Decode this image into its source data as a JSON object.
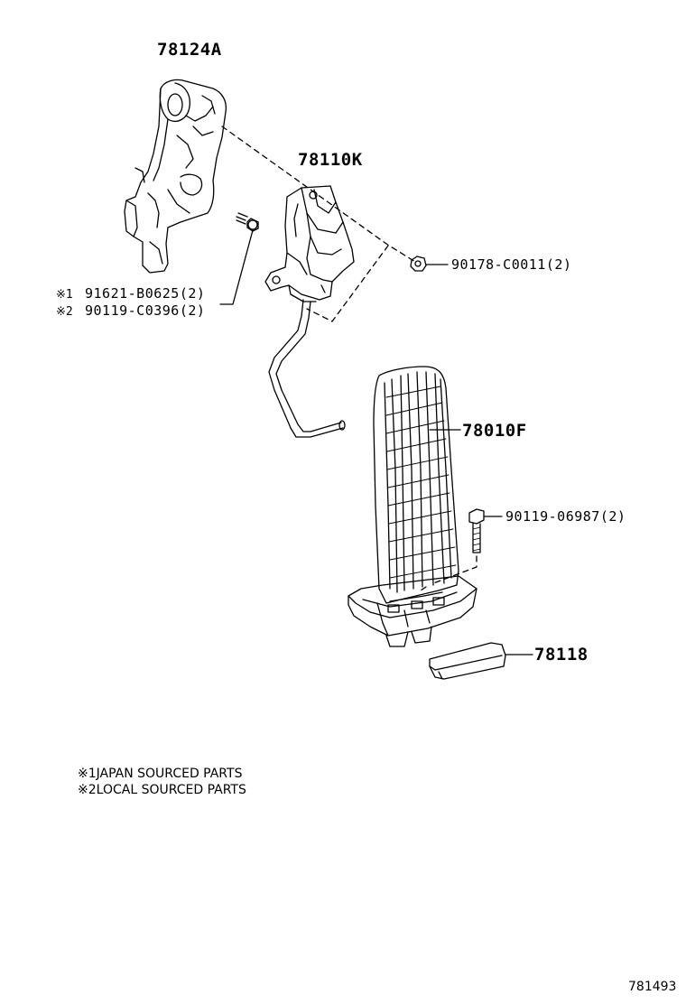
{
  "parts": {
    "bracket": "78124A",
    "sensor": "78110K",
    "pedal": "78010F",
    "pad": "78118",
    "nut": "90178-C0011(2)",
    "bolt": "90119-06987(2)",
    "screw_japan_mark": "※1",
    "screw_japan": "91621-B0625(2)",
    "screw_local_mark": "※2",
    "screw_local": "90119-C0396(2)"
  },
  "notes": [
    {
      "mark": "※1",
      "text": "JAPAN SOURCED PARTS"
    },
    {
      "mark": "※2",
      "text": "LOCAL SOURCED PARTS"
    }
  ],
  "diagram_id": "781493",
  "icons": [
    "pedal-bracket-icon",
    "pedal-sensor-icon",
    "accelerator-pedal-icon",
    "pedal-pad-icon",
    "nut-icon",
    "bolt-icon",
    "screw-icon"
  ]
}
